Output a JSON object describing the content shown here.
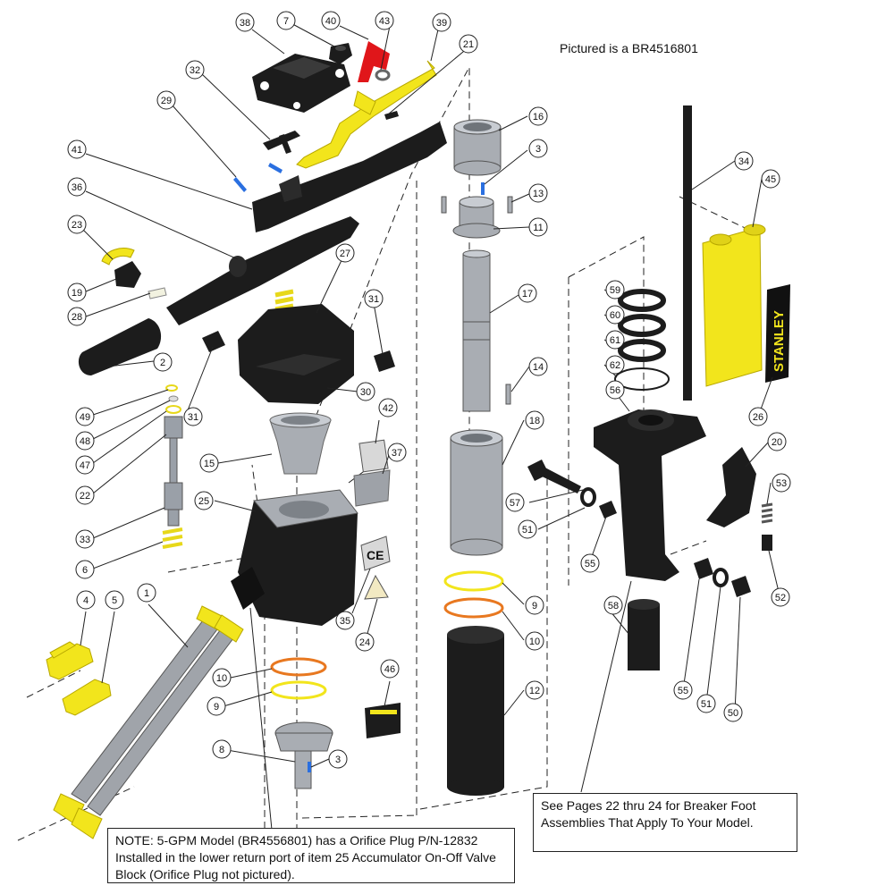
{
  "header": {
    "pictured_text": "Pictured is a BR4516801"
  },
  "note": {
    "text": "NOTE: 5-GPM Model (BR4556801) has a Orifice Plug P/N-12832 Installed  in the lower return port of item 25 Accumulator On-Off Valve Block (Orifice Plug not pictured)."
  },
  "see_pages": {
    "text": "See Pages 22 thru 24 for Breaker Foot Assemblies That Apply To Your Model."
  },
  "decal": {
    "brand_text": "STANLEY",
    "ce_text": "CE"
  },
  "colors": {
    "yellow": "#f2e51c",
    "black": "#1c1c1c",
    "gray": "#a9adb3",
    "orange": "#e87820",
    "blue": "#2a6fe0",
    "red": "#e0161a"
  },
  "callouts": [
    {
      "label": "38"
    },
    {
      "label": "7"
    },
    {
      "label": "40"
    },
    {
      "label": "43"
    },
    {
      "label": "39"
    },
    {
      "label": "21"
    },
    {
      "label": "32"
    },
    {
      "label": "29"
    },
    {
      "label": "41"
    },
    {
      "label": "36"
    },
    {
      "label": "23"
    },
    {
      "label": "19"
    },
    {
      "label": "28"
    },
    {
      "label": "2"
    },
    {
      "label": "27"
    },
    {
      "label": "31"
    },
    {
      "label": "31"
    },
    {
      "label": "49"
    },
    {
      "label": "48"
    },
    {
      "label": "47"
    },
    {
      "label": "22"
    },
    {
      "label": "33"
    },
    {
      "label": "6"
    },
    {
      "label": "30"
    },
    {
      "label": "15"
    },
    {
      "label": "25"
    },
    {
      "label": "42"
    },
    {
      "label": "37"
    },
    {
      "label": "35"
    },
    {
      "label": "24"
    },
    {
      "label": "4"
    },
    {
      "label": "5"
    },
    {
      "label": "1"
    },
    {
      "label": "10"
    },
    {
      "label": "9"
    },
    {
      "label": "8"
    },
    {
      "label": "3"
    },
    {
      "label": "46"
    },
    {
      "label": "16"
    },
    {
      "label": "3"
    },
    {
      "label": "13"
    },
    {
      "label": "11"
    },
    {
      "label": "17"
    },
    {
      "label": "14"
    },
    {
      "label": "18"
    },
    {
      "label": "9"
    },
    {
      "label": "10"
    },
    {
      "label": "12"
    },
    {
      "label": "34"
    },
    {
      "label": "45"
    },
    {
      "label": "59"
    },
    {
      "label": "60"
    },
    {
      "label": "61"
    },
    {
      "label": "62"
    },
    {
      "label": "56"
    },
    {
      "label": "26"
    },
    {
      "label": "20"
    },
    {
      "label": "53"
    },
    {
      "label": "57"
    },
    {
      "label": "51"
    },
    {
      "label": "55"
    },
    {
      "label": "52"
    },
    {
      "label": "58"
    },
    {
      "label": "55"
    },
    {
      "label": "51"
    },
    {
      "label": "50"
    }
  ]
}
